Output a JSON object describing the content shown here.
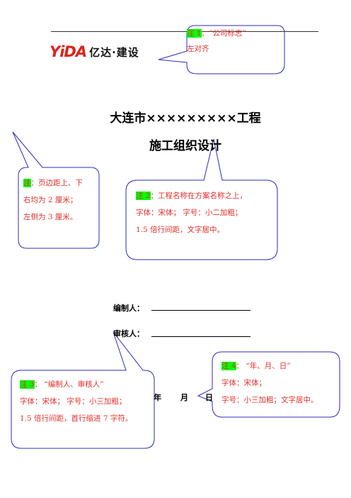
{
  "header": {
    "logo_mark": "YiDA",
    "logo_text": "亿达·建设"
  },
  "document": {
    "title": "大连市×××××××××工程",
    "subtitle": "施工组织设计",
    "compiler_label": "编制人：",
    "reviewer_label": "审核人：",
    "date_year": "年",
    "date_month": "月",
    "date_day": "日"
  },
  "notes": {
    "note1": {
      "tag": "注 1",
      "lines": [
        "：“公司标志”",
        "左对齐"
      ]
    },
    "note_margin": {
      "tag": "注",
      "lines": [
        "：页边距上、下",
        "右均为 2 厘米；",
        "左侧为 3 厘米。"
      ]
    },
    "note2": {
      "tag": "注 2",
      "lines": [
        "：工程名称在方案名称之上，",
        "字体：宋体；    字号：小二加粗；",
        "1.5 倍行间距，文字居中。"
      ]
    },
    "note3": {
      "tag": "注 3",
      "lines": [
        "：  “编制人、审核人”",
        "字体：宋体；    字号：小三加粗；",
        "1.5 倍行间距，首行缩进 7 字符。"
      ]
    },
    "note4": {
      "tag": "注 4",
      "lines": [
        "：   “年、月、日”",
        "字体：宋体；",
        "  字号：小三加粗；文字居中。"
      ]
    }
  },
  "colors": {
    "bubble_border": "#2b2bb8",
    "note_text": "#e0302a",
    "highlight": "#00ff00",
    "logo_red": "#d9241c"
  }
}
